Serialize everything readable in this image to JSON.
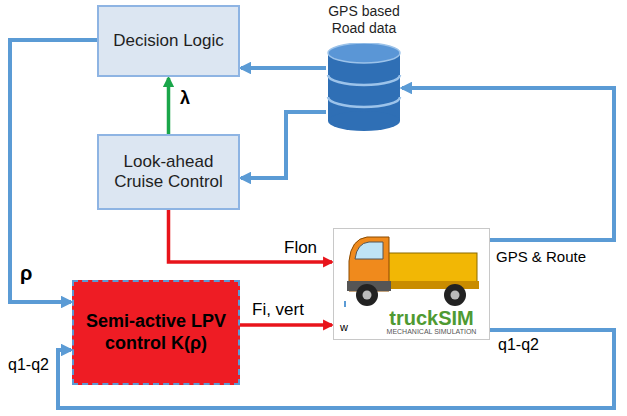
{
  "diagram": {
    "nodes": [
      {
        "text": [
          "Decision Logic"
        ]
      },
      {
        "text": [
          "Look-ahead Cruise Control"
        ]
      },
      {
        "text": [
          "Semi-active LPV control K(ρ)"
        ]
      },
      {
        "text": [
          "GPS based Road data"
        ]
      },
      {
        "text": [
          "w",
          "truckSIM",
          "MECHANICAL SIMULATION"
        ]
      }
    ],
    "edges": [
      {
        "from": 1,
        "to": 0,
        "arrow": "to",
        "label": "λ"
      },
      {
        "from": 3,
        "to": 0,
        "arrow": "to"
      },
      {
        "from": 3,
        "to": 1,
        "arrow": "to"
      },
      {
        "from": 1,
        "to": 4,
        "arrow": "to",
        "label": "Flon"
      },
      {
        "from": 2,
        "to": 4,
        "arrow": "to",
        "label": "Fi, vert"
      },
      {
        "from": 4,
        "to": 3,
        "arrow": "to",
        "label": "GPS & Route"
      },
      {
        "from": 4,
        "to": 2,
        "arrow": "to",
        "label": "q1-q2"
      },
      {
        "from": 0,
        "to": 2,
        "arrow": "to",
        "label": "ρ"
      }
    ],
    "labels": [
      "q1-q2"
    ]
  }
}
